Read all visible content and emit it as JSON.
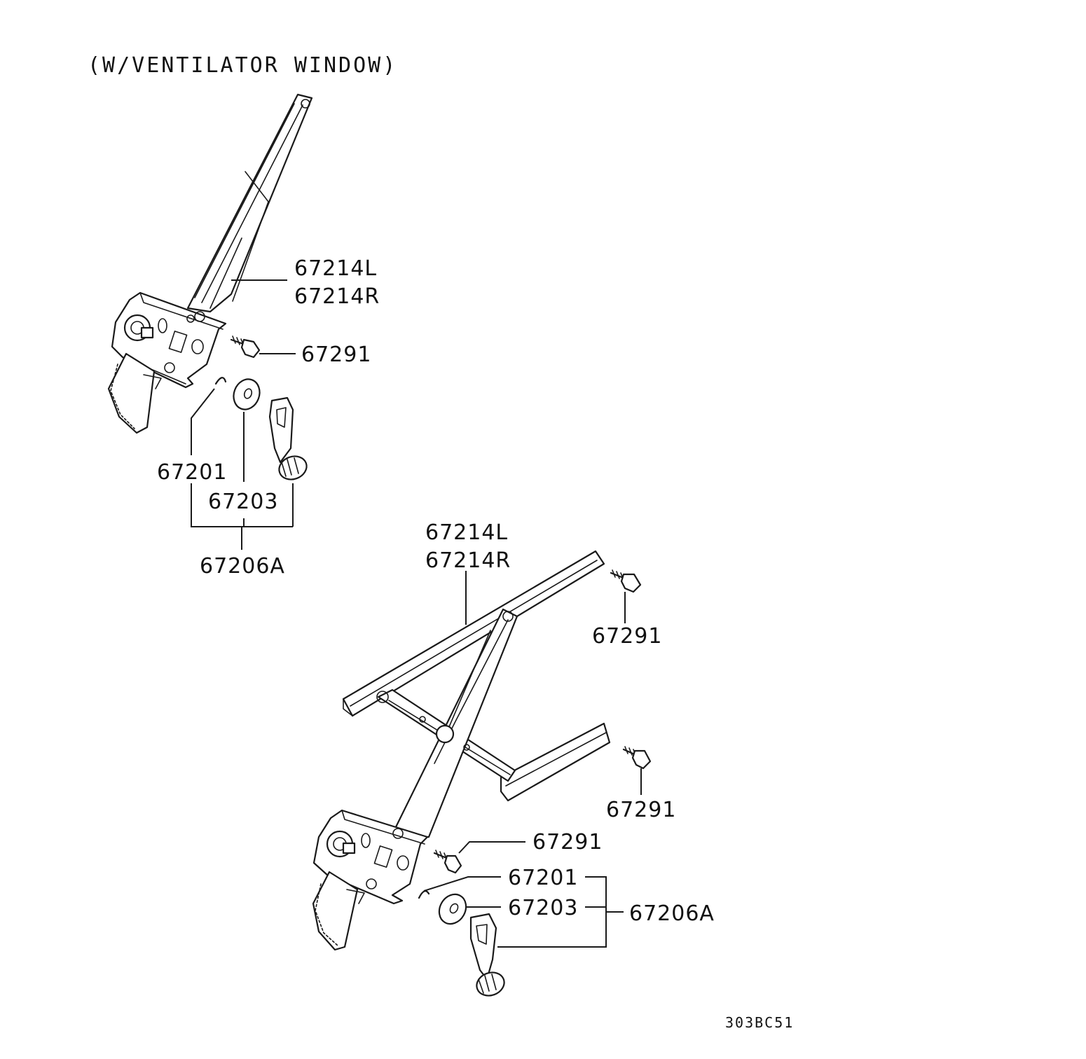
{
  "title": "(W/VENTILATOR WINDOW)",
  "figure_code": "303BC51",
  "upper_assembly": {
    "regulator_left": "67214L",
    "regulator_right": "67214R",
    "bolt": "67291",
    "spring": "67201",
    "washer": "67203",
    "handle_assembly": "67206A"
  },
  "lower_assembly": {
    "regulator_left": "67214L",
    "regulator_right": "67214R",
    "bolt_top": "67291",
    "bolt_mid": "67291",
    "bolt_lower": "67291",
    "spring": "67201",
    "washer": "67203",
    "handle_assembly": "67206A"
  }
}
